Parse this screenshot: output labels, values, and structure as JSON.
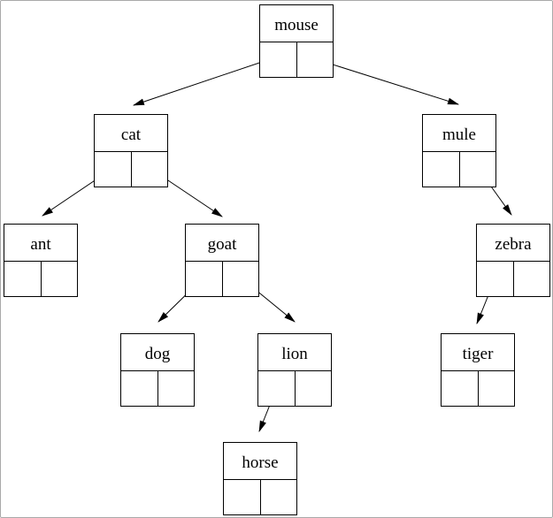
{
  "diagram": {
    "type": "binary-tree",
    "root": "mouse",
    "nodes": [
      {
        "id": "mouse",
        "label": "mouse",
        "left_child": "cat",
        "right_child": "mule"
      },
      {
        "id": "cat",
        "label": "cat",
        "left_child": "ant",
        "right_child": "goat"
      },
      {
        "id": "mule",
        "label": "mule",
        "left_child": null,
        "right_child": "zebra"
      },
      {
        "id": "ant",
        "label": "ant",
        "left_child": null,
        "right_child": null
      },
      {
        "id": "goat",
        "label": "goat",
        "left_child": "dog",
        "right_child": "lion"
      },
      {
        "id": "zebra",
        "label": "zebra",
        "left_child": "tiger",
        "right_child": null
      },
      {
        "id": "dog",
        "label": "dog",
        "left_child": null,
        "right_child": null
      },
      {
        "id": "lion",
        "label": "lion",
        "left_child": "horse",
        "right_child": null
      },
      {
        "id": "tiger",
        "label": "tiger",
        "left_child": null,
        "right_child": null
      },
      {
        "id": "horse",
        "label": "horse",
        "left_child": null,
        "right_child": null
      }
    ],
    "edges": [
      {
        "from": "mouse",
        "cell": "left",
        "to": "cat"
      },
      {
        "from": "mouse",
        "cell": "right",
        "to": "mule"
      },
      {
        "from": "cat",
        "cell": "left",
        "to": "ant"
      },
      {
        "from": "cat",
        "cell": "right",
        "to": "goat"
      },
      {
        "from": "goat",
        "cell": "left",
        "to": "dog"
      },
      {
        "from": "goat",
        "cell": "right",
        "to": "lion"
      },
      {
        "from": "mule",
        "cell": "right",
        "to": "zebra"
      },
      {
        "from": "zebra",
        "cell": "left",
        "to": "tiger"
      },
      {
        "from": "lion",
        "cell": "left",
        "to": "horse"
      }
    ],
    "colors": {
      "node_border": "#000000",
      "label_text": "#000000",
      "arrow": "#000000",
      "background": "#ffffff",
      "frame_border": "#a9a9a9"
    }
  }
}
